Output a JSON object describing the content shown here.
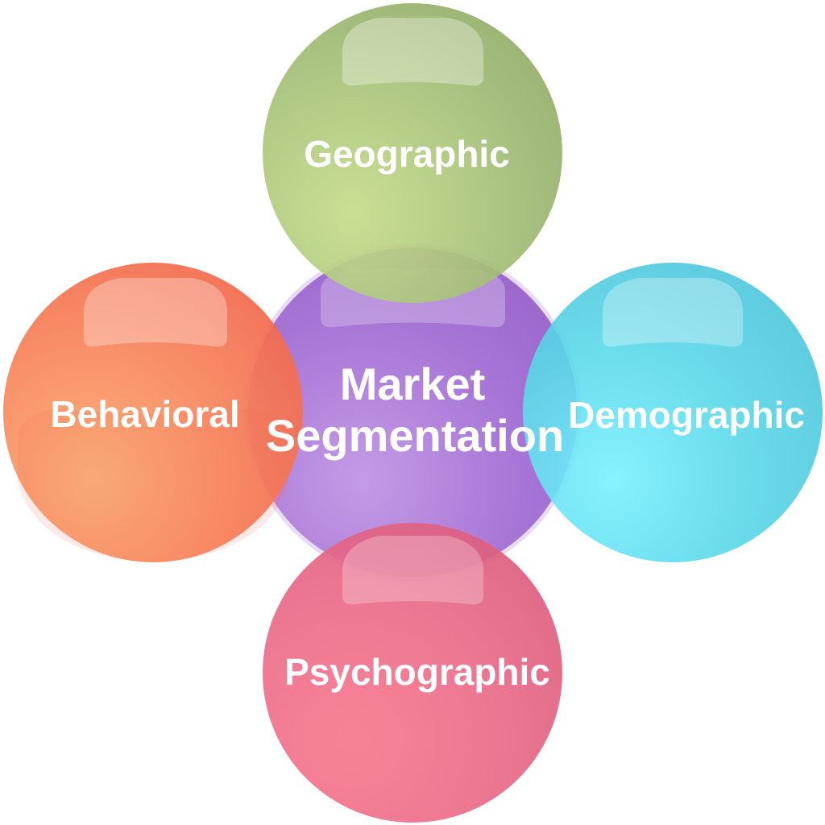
{
  "diagram": {
    "type": "hub-and-spoke bubble diagram",
    "center": {
      "line1": "Market",
      "line2": "Segmentation",
      "color": "#a872d4"
    },
    "nodes": [
      {
        "id": "geographic",
        "label": "Geographic",
        "position": "top",
        "color": "#a6c178"
      },
      {
        "id": "behavioral",
        "label": "Behavioral",
        "position": "left",
        "color": "#f7825a"
      },
      {
        "id": "demographic",
        "label": "Demographic",
        "position": "right",
        "color": "#55d6e6"
      },
      {
        "id": "psychographic",
        "label": "Psychographic",
        "position": "bottom",
        "color": "#ec6a87"
      }
    ]
  }
}
